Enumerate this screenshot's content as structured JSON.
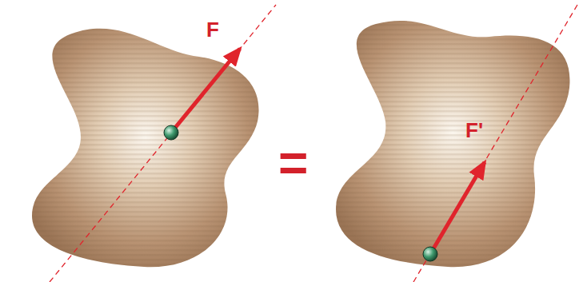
{
  "diagram": {
    "labels": [
      "F",
      "F'",
      "="
    ]
  }
}
